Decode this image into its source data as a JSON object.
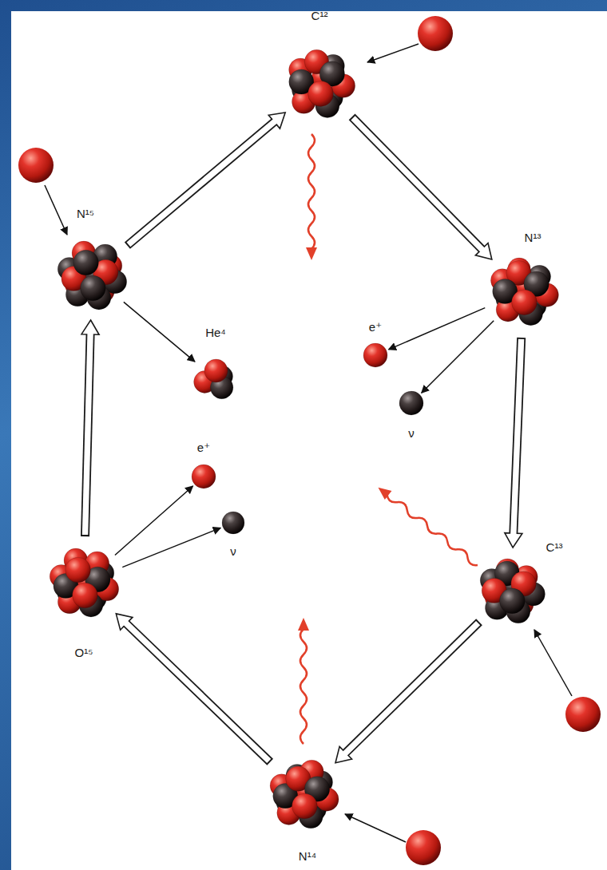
{
  "diagram": {
    "nodes": [
      {
        "text": [
          "C¹²"
        ]
      },
      {
        "text": [
          "N¹³"
        ]
      },
      {
        "text": [
          "e⁺"
        ]
      },
      {
        "text": [
          "ν"
        ]
      },
      {
        "text": [
          "C¹³"
        ]
      },
      {
        "text": [
          "N¹⁴"
        ]
      },
      {
        "text": [
          "O¹⁵"
        ]
      },
      {
        "text": [
          "e⁺"
        ]
      },
      {
        "text": [
          "ν"
        ]
      },
      {
        "text": [
          "N¹⁵"
        ]
      },
      {
        "text": [
          "He⁴"
        ]
      }
    ],
    "edges": [
      {
        "from": 0,
        "to": 1,
        "arrow": "to"
      },
      {
        "from": 1,
        "to": 2,
        "arrow": "to"
      },
      {
        "from": 1,
        "to": 3,
        "arrow": "to"
      },
      {
        "from": 1,
        "to": 4,
        "arrow": "to"
      },
      {
        "from": 4,
        "to": 5,
        "arrow": "to"
      },
      {
        "from": 5,
        "to": 6,
        "arrow": "to"
      },
      {
        "from": 6,
        "to": 7,
        "arrow": "to"
      },
      {
        "from": 6,
        "to": 8,
        "arrow": "to"
      },
      {
        "from": 6,
        "to": 9,
        "arrow": "to"
      },
      {
        "from": 9,
        "to": 10,
        "arrow": "to"
      },
      {
        "from": 9,
        "to": 0,
        "arrow": "to"
      }
    ]
  }
}
